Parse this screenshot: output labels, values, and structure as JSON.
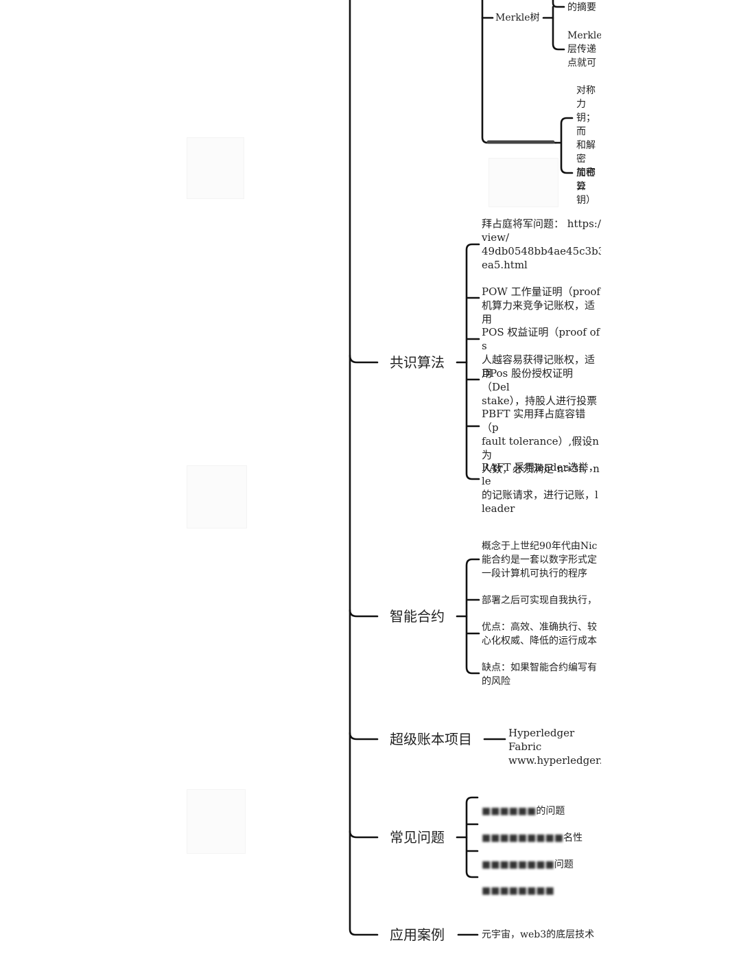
{
  "branches": {
    "merkle": {
      "label": "Merkle树",
      "items": [
        "的摘要",
        "Merkle\n层传递\n点就可"
      ]
    },
    "crypto": {
      "items": [
        "对称力\n钥；而\n和解密\n简称公\n钥）",
        "加密算"
      ]
    },
    "consensus": {
      "label": "共识算法",
      "items": [
        "拜占庭将军问题： https:/\nview/\n49db0548bb4ae45c3b35\nea5.html",
        "POW 工作量证明（proof\n机算力来竞争记账权，适用",
        "POS 权益证明（proof of s\n人越容易获得记账权，适用",
        "DPos 股份授权证明 （Del\nstake），持股人进行投票",
        "PBFT 实用拜占庭容错 （p\nfault tolerance）,假设n为\n人数，必须满足 n>3f，n",
        "RAFT 采用leader选举，le\n的记账请求，进行记账，l\nleader"
      ]
    },
    "smart_contract": {
      "label": "智能合约",
      "items": [
        "概念于上世纪90年代由Nic\n能合约是一套以数字形式定\n一段计算机可执行的程序",
        "部署之后可实现自我执行，",
        "优点：高效、准确执行、较\n心化权威、降低的运行成本",
        "缺点：如果智能合约编写有\n的风险"
      ]
    },
    "hyperledger": {
      "label": "超级账本项目",
      "items": [
        "Hyperledger Fabric\nwww.hyperledger."
      ]
    },
    "faq": {
      "label": "常见问题",
      "items": [
        "的问题",
        "名性",
        "问题",
        ""
      ]
    },
    "cases": {
      "label": "应用案例",
      "items": [
        "元宇宙，web3的底层技术"
      ]
    }
  }
}
